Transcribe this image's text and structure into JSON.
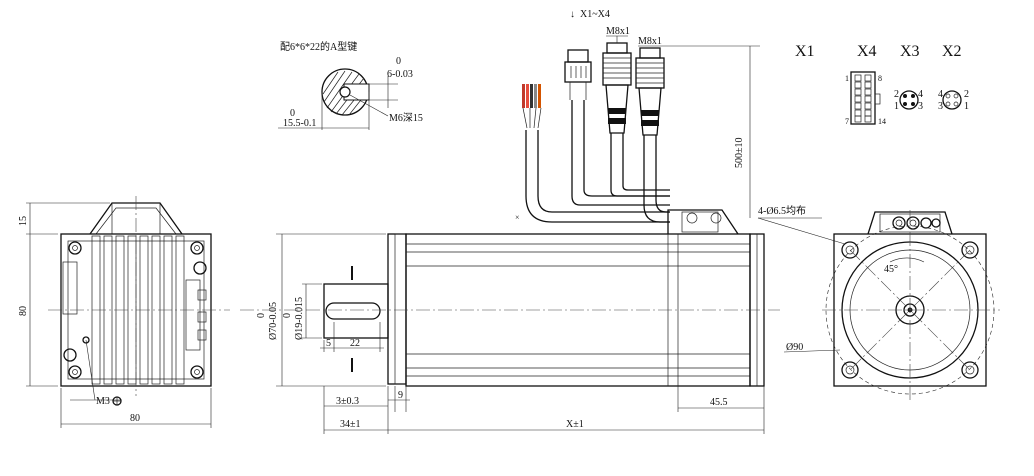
{
  "header": {
    "cable_label": "X1~X4",
    "connector_labels": [
      "X1",
      "X4",
      "X3",
      "X2"
    ]
  },
  "key_detail": {
    "note": "配6*6*22的A型键",
    "width_tol_zero": "0",
    "width": "6-0.03",
    "depth_tol_zero": "0",
    "depth": "15.5-0.1",
    "thread": "M6深15"
  },
  "connectors": {
    "m8_a": "M8x1",
    "m8_b": "M8x1",
    "x4_pin_1": "1",
    "x4_pin_8": "8",
    "x4_pin_7": "7",
    "x4_pin_14": "14",
    "x3_pins": [
      "2",
      "4",
      "1",
      "3"
    ],
    "x2_pins": [
      "4",
      "2",
      "3",
      "1"
    ]
  },
  "cable_length": "500±10",
  "rear_view": {
    "dim_top": "15",
    "dim_height": "80",
    "dim_width": "80",
    "ground": "M3"
  },
  "side_view": {
    "flange_tol_zero": "0",
    "flange_dia": "Ø70-0.05",
    "shaft_tol_zero": "0",
    "shaft_dia": "Ø19-0.015",
    "key_offset": "5",
    "key_length": "22",
    "flange_thickness": "3±0.3",
    "flange_width": "9",
    "shaft_length": "34±1",
    "body_length": "X±1",
    "rear_length": "45.5",
    "section_mark": "I"
  },
  "front_view": {
    "holes": "4-Ø6.5均布",
    "angle": "45°",
    "pcd": "Ø90"
  }
}
